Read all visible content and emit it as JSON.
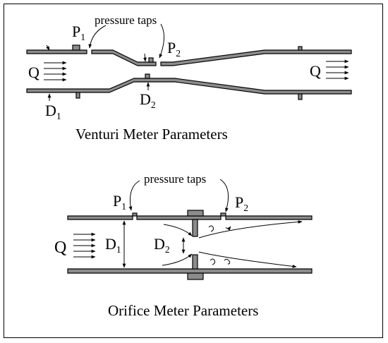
{
  "venturi": {
    "caption": "Venturi Meter Parameters",
    "taps_label": "pressure taps",
    "p1": {
      "base": "P",
      "sub": "1"
    },
    "p2": {
      "base": "P",
      "sub": "2"
    },
    "d1": {
      "base": "D",
      "sub": "1"
    },
    "d2": {
      "base": "D",
      "sub": "2"
    },
    "q_in": "Q",
    "q_out": "Q"
  },
  "orifice": {
    "caption": "Orifice Meter Parameters",
    "taps_label": "pressure taps",
    "p1": {
      "base": "P",
      "sub": "1"
    },
    "p2": {
      "base": "P",
      "sub": "2"
    },
    "d1": {
      "base": "D",
      "sub": "1"
    },
    "d2": {
      "base": "D",
      "sub": "2"
    },
    "q_in": "Q"
  },
  "colors": {
    "pipe_fill": "#8c8c8c",
    "stroke": "#000000"
  }
}
